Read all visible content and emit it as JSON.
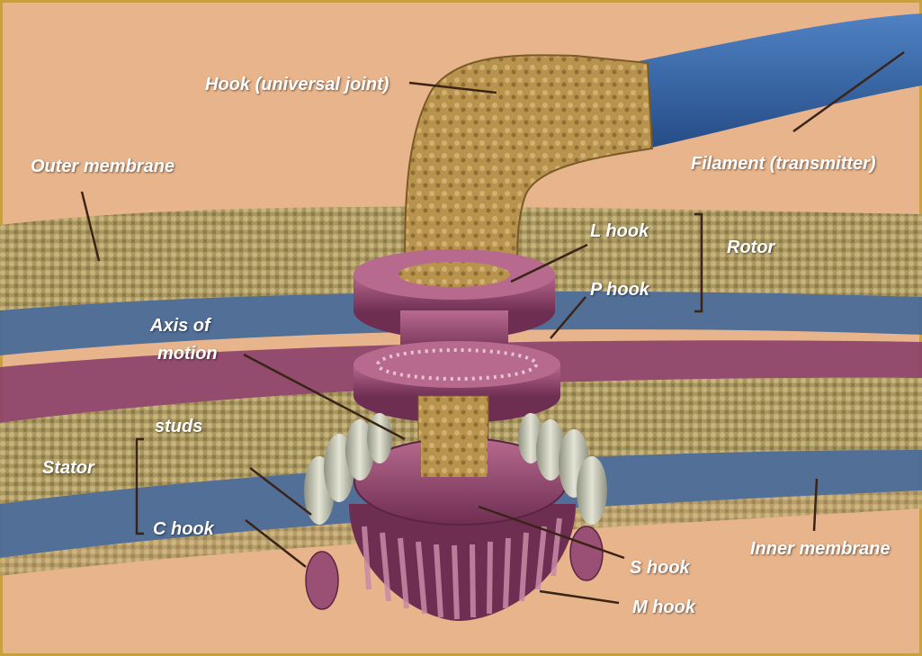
{
  "labels": {
    "hook_universal_joint": "Hook (universal joint)",
    "outer_membrane": "Outer membrane",
    "filament": "Filament (transmitter)",
    "l_hook": "L hook",
    "rotor": "Rotor",
    "p_hook": "P hook",
    "axis_of_motion_1": "Axis of",
    "axis_of_motion_2": "motion",
    "studs": "studs",
    "stator": "Stator",
    "c_hook": "C hook",
    "s_hook": "S hook",
    "inner_membrane": "Inner membrane",
    "m_hook": "M hook"
  },
  "colors": {
    "background_tan": "#e8b48c",
    "membrane_gold": "#b29a5c",
    "membrane_blue": "#4a6c98",
    "membrane_purple": "#8a3f6a",
    "hook_gold": "#b8934e",
    "filament_blue": "#3a68a8",
    "disc_purple": "#9a4f74",
    "stud_grey": "#cfcfbf",
    "label_text": "#ffffff",
    "leader_line": "#3a2418"
  }
}
